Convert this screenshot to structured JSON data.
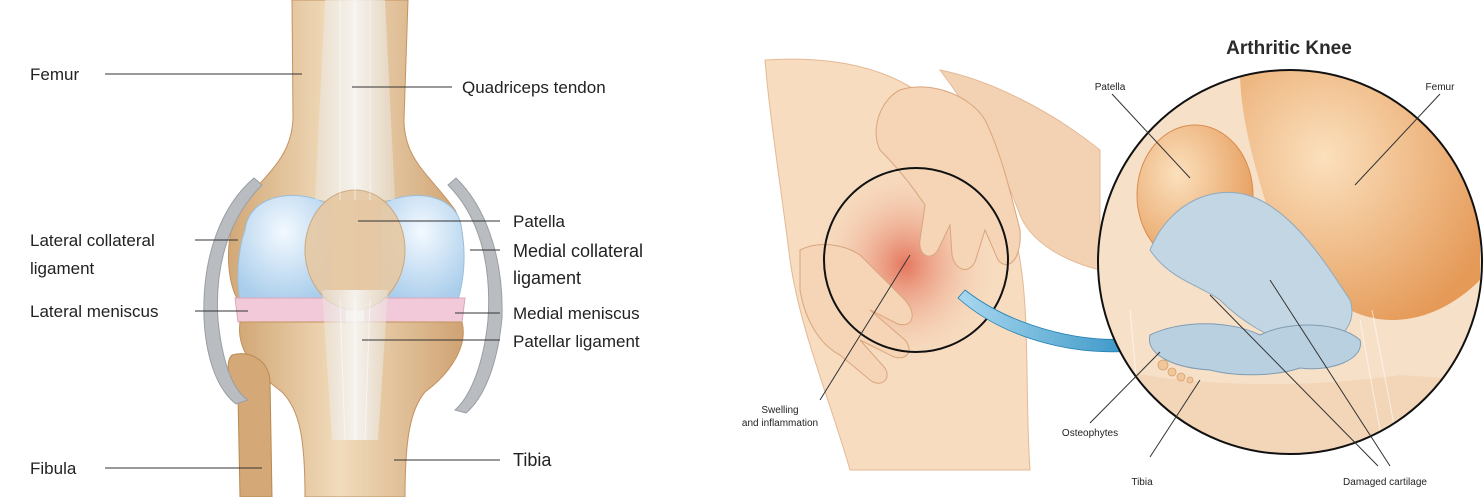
{
  "left_diagram": {
    "labels": {
      "femur": "Femur",
      "quadriceps_tendon": "Quadriceps tendon",
      "lateral_collateral_1": "Lateral collateral",
      "lateral_collateral_2": "ligament",
      "patella": "Patella",
      "medial_collateral_1": "Medial collateral",
      "medial_collateral_2": "ligament",
      "lateral_meniscus": "Lateral meniscus",
      "medial_meniscus": "Medial meniscus",
      "patellar_ligament": "Patellar ligament",
      "fibula": "Fibula",
      "tibia": "Tibia"
    }
  },
  "right_diagram": {
    "title": "Arthritic Knee",
    "labels": {
      "patella": "Patella",
      "femur": "Femur",
      "swelling_1": "Swelling",
      "swelling_2": "and inflammation",
      "osteophytes": "Osteophytes",
      "tibia": "Tibia",
      "damaged_cartilage": "Damaged cartilage"
    }
  },
  "colors": {
    "bone": "#e2bf93",
    "bone_light": "#f1dcbc",
    "cartilage_blue": "#c7e0f4",
    "meniscus_pink": "#f2c9d8",
    "ligament_gray": "#b9bcc0",
    "skin": "#f7dcc0",
    "inflammation": "#e98a70",
    "arrow_blue": "#3d9fd0"
  }
}
